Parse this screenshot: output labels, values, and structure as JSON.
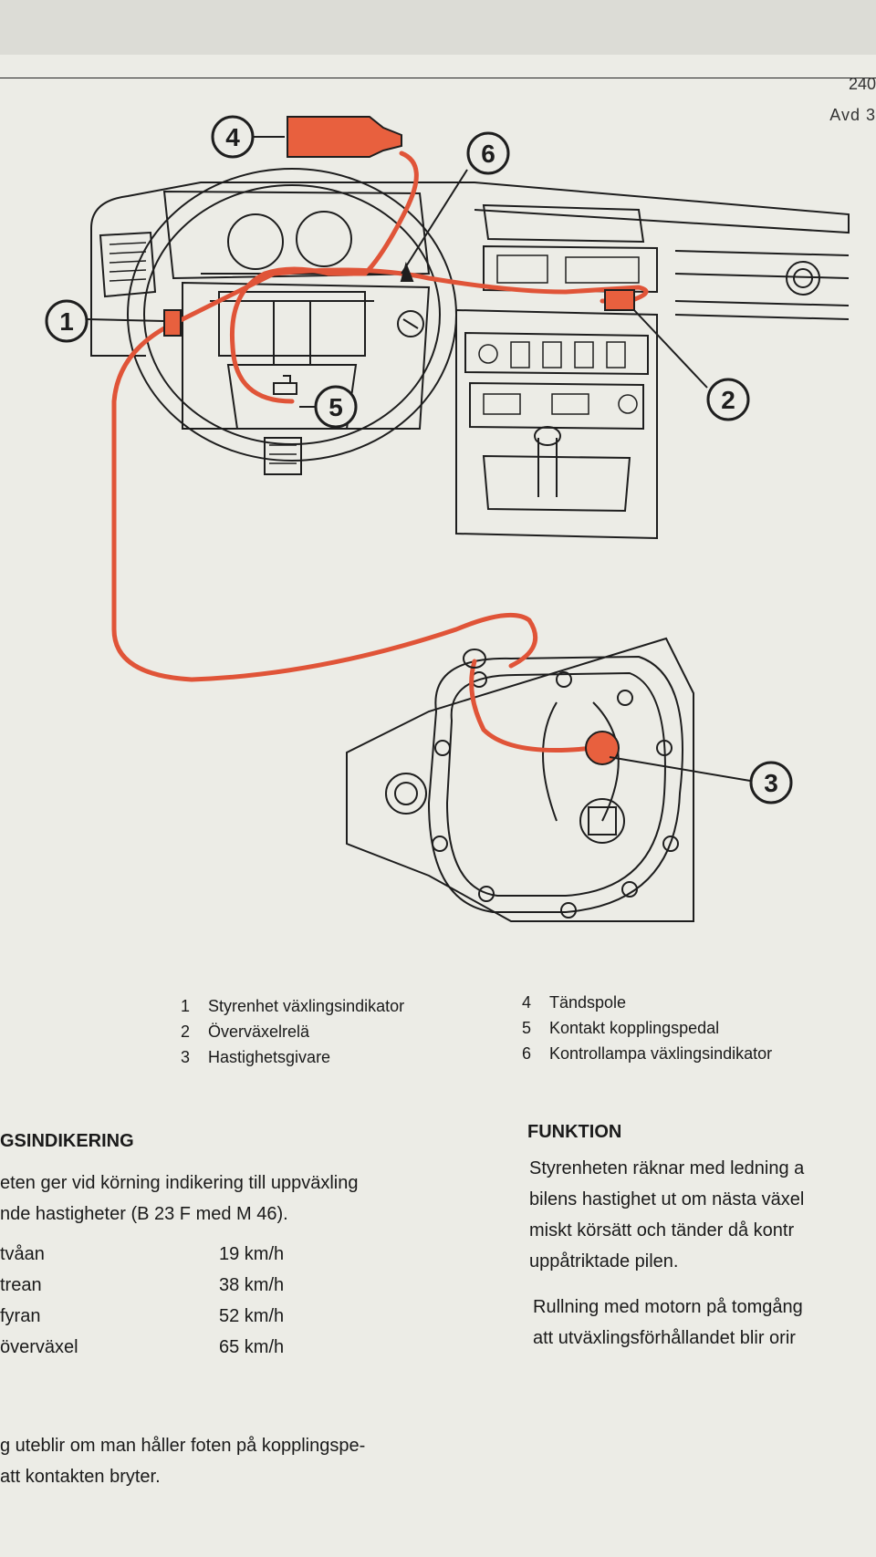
{
  "header": {
    "page_number": "240",
    "section": "Avd 3"
  },
  "callouts": [
    "1",
    "2",
    "3",
    "4",
    "5",
    "6"
  ],
  "legend": {
    "left": [
      {
        "num": "1",
        "label": "Styrenhet växlingsindikator"
      },
      {
        "num": "2",
        "label": "Överväxelrelä"
      },
      {
        "num": "3",
        "label": "Hastighetsgivare"
      }
    ],
    "right": [
      {
        "num": "4",
        "label": "Tändspole"
      },
      {
        "num": "5",
        "label": "Kontakt kopplingspedal"
      },
      {
        "num": "6",
        "label": "Kontrollampa växlingsindikator"
      }
    ]
  },
  "left_column": {
    "heading": "GSINDIKERING",
    "intro": [
      "eten ger vid körning indikering till uppväxling",
      "nde hastigheter (B 23 F med M 46)."
    ],
    "speeds": [
      {
        "gear": "tvåan",
        "speed": "19 km/h"
      },
      {
        "gear": "trean",
        "speed": "38 km/h"
      },
      {
        "gear": "fyran",
        "speed": "52 km/h"
      },
      {
        "gear": "överväxel",
        "speed": "65 km/h"
      }
    ],
    "footer": [
      "g uteblir om man håller foten på kopplingspe-",
      "att kontakten bryter."
    ]
  },
  "right_column": {
    "heading": "FUNKTION",
    "para1": [
      "Styrenheten räknar med ledning a",
      "bilens hastighet ut om nästa växel",
      "miskt körsätt och tänder då kontr",
      "uppåtriktade pilen."
    ],
    "para2": [
      "Rullning med motorn på tomgång",
      "att utväxlingsförhållandet blir orir"
    ]
  },
  "colors": {
    "wire": "#e05438",
    "component": "#e8603e",
    "line": "#1e1e1e",
    "paper": "#ecece6"
  }
}
